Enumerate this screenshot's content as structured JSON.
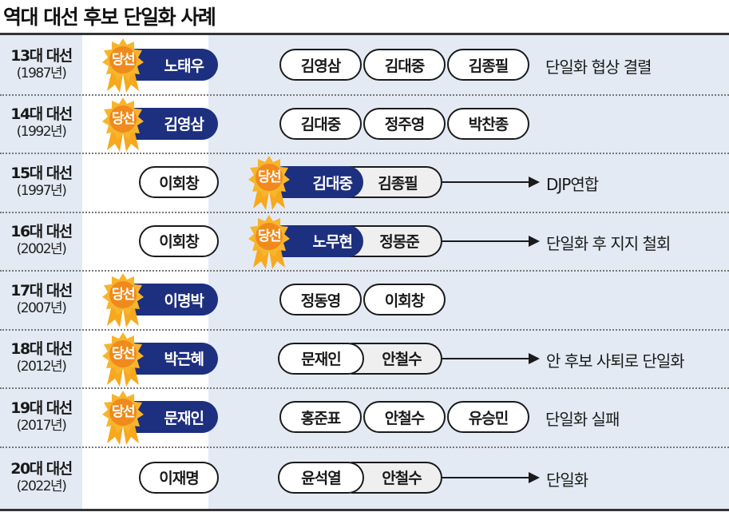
{
  "title": "역대 대선 후보 단일화 사례",
  "winner_badge": "당선",
  "colors": {
    "winner_fill": "#1d2f7f",
    "badge_orange": "#f08a1c",
    "badge_yellow": "#f7b52c",
    "row_bg": "#e3eaf4"
  },
  "rows": [
    {
      "edition": "13대 대선",
      "year": "(1987년)",
      "mid": {
        "name": "노태우",
        "winner": true
      },
      "candidates": [
        "김영삼",
        "김대중",
        "김종필"
      ],
      "note": "단일화 협상 결렬"
    },
    {
      "edition": "14대 대선",
      "year": "(1992년)",
      "mid": {
        "name": "김영삼",
        "winner": true
      },
      "candidates": [
        "김대중",
        "정주영",
        "박찬종"
      ],
      "note": ""
    },
    {
      "edition": "15대 대선",
      "year": "(1997년)",
      "mid": {
        "name": "이회창",
        "winner": false
      },
      "merged": {
        "winner": "김대중",
        "partner": "김종필"
      },
      "note": "DJP연합"
    },
    {
      "edition": "16대 대선",
      "year": "(2002년)",
      "mid": {
        "name": "이회창",
        "winner": false
      },
      "merged": {
        "winner": "노무현",
        "partner": "정몽준"
      },
      "note": "단일화 후 지지 철회"
    },
    {
      "edition": "17대 대선",
      "year": "(2007년)",
      "mid": {
        "name": "이명박",
        "winner": true
      },
      "candidates": [
        "정동영",
        "이회창"
      ],
      "note": ""
    },
    {
      "edition": "18대 대선",
      "year": "(2012년)",
      "mid": {
        "name": "박근혜",
        "winner": true
      },
      "merged": {
        "first": "문재인",
        "partner": "안철수"
      },
      "note": "안 후보 사퇴로 단일화"
    },
    {
      "edition": "19대 대선",
      "year": "(2017년)",
      "mid": {
        "name": "문재인",
        "winner": true
      },
      "candidates": [
        "홍준표",
        "안철수",
        "유승민"
      ],
      "note": "단일화 실패"
    },
    {
      "edition": "20대 대선",
      "year": "(2022년)",
      "mid": {
        "name": "이재명",
        "winner": false
      },
      "merged": {
        "first": "윤석열",
        "partner": "안철수"
      },
      "note": "단일화"
    }
  ]
}
